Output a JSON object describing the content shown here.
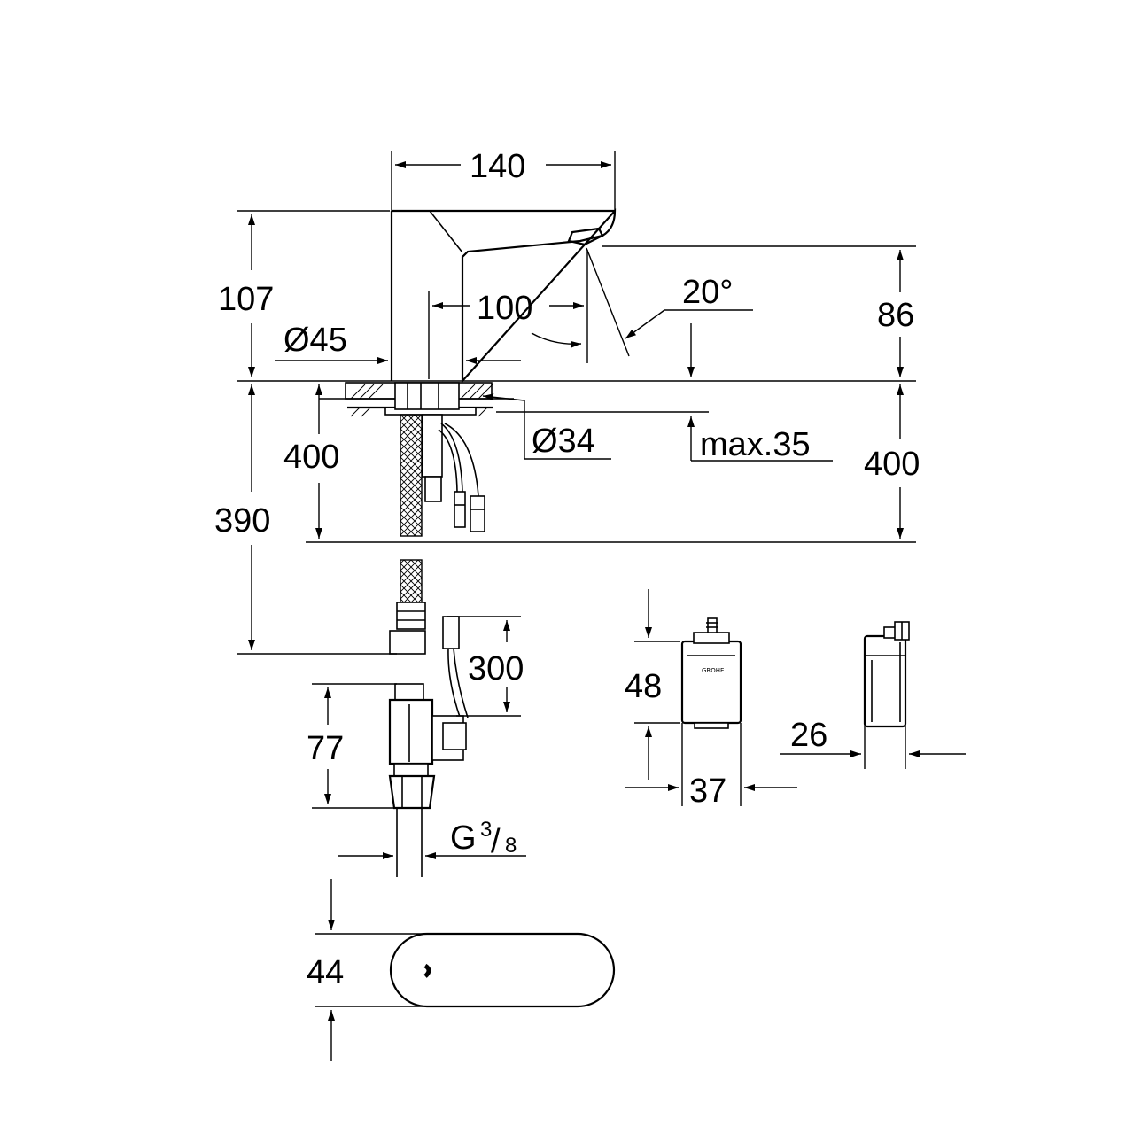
{
  "dimensions": {
    "spout_length": "140",
    "body_height": "107",
    "outlet_height": "86",
    "outlet_reach": "100",
    "spray_angle": "20°",
    "body_diameter": "Ø45",
    "mount_hole_diameter": "Ø34",
    "max_counter_thickness": "max.35",
    "hose_length_left": "400",
    "hose_length_right": "400",
    "hose_total_length": "390",
    "cable_length": "300",
    "valve_height": "77",
    "connection_thread_prefix": "G",
    "connection_thread_num": "3",
    "connection_thread_den": "8",
    "battery_box_height": "48",
    "battery_box_width": "37",
    "battery_box_depth": "26",
    "top_view_width": "44"
  },
  "logo_text": "GROHE"
}
